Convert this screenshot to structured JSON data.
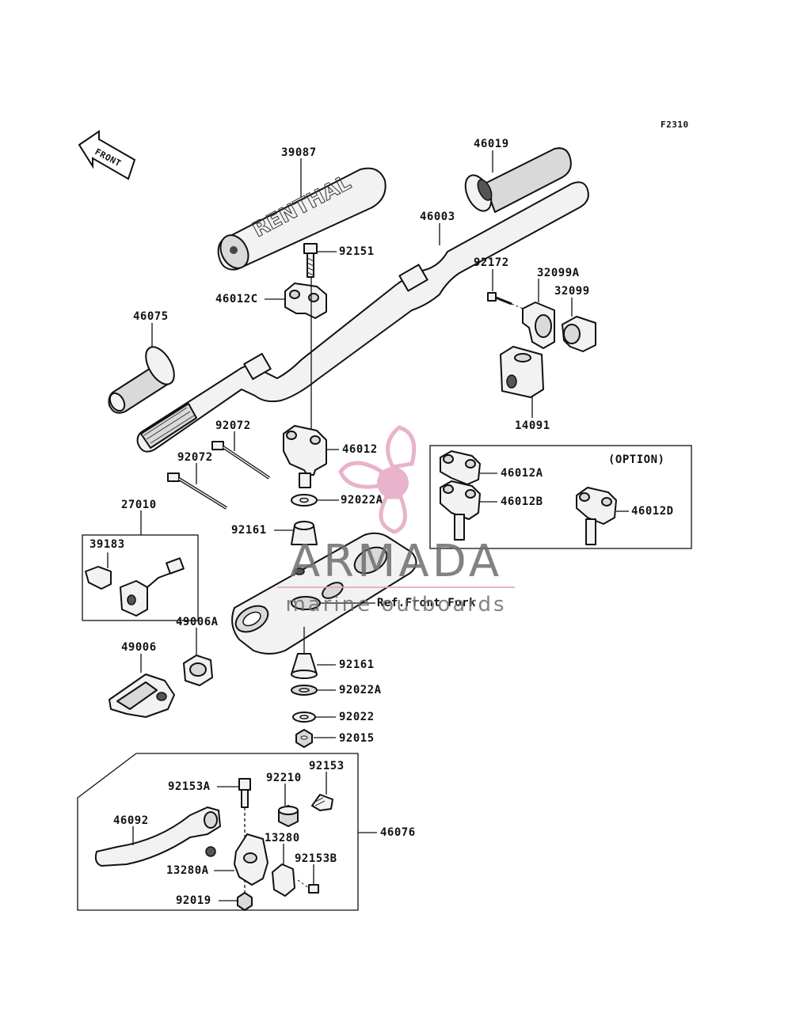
{
  "figure_code": "F2310",
  "front_arrow_label": "FRONT",
  "ref_label": "Ref.Front Fork",
  "option_label": "(OPTION)",
  "watermark": {
    "brand": "ARMADA",
    "tagline": "marine outboards",
    "accent": "#e6a6c4"
  },
  "parts": {
    "p39087": "39087",
    "p46019": "46019",
    "p46003": "46003",
    "p92151": "92151",
    "p46012C": "46012C",
    "p92172": "92172",
    "p32099A": "32099A",
    "p32099": "32099",
    "p46075": "46075",
    "p14091": "14091",
    "p92072a": "92072",
    "p92072b": "92072",
    "p46012": "46012",
    "p92022Aa": "92022A",
    "p27010": "27010",
    "p39183": "39183",
    "p92161a": "92161",
    "p46012A": "46012A",
    "p46012B": "46012B",
    "p46012D": "46012D",
    "p49006A": "49006A",
    "p49006": "49006",
    "p92161b": "92161",
    "p92022Ab": "92022A",
    "p92022": "92022",
    "p92015": "92015",
    "p92153": "92153",
    "p92153A": "92153A",
    "p92210": "92210",
    "p46092": "46092",
    "p13280": "13280",
    "p46076": "46076",
    "p92153B": "92153B",
    "p13280A": "13280A",
    "p92019": "92019"
  },
  "colors": {
    "ink": "#111111",
    "part_fill": "#f2f2f2"
  }
}
